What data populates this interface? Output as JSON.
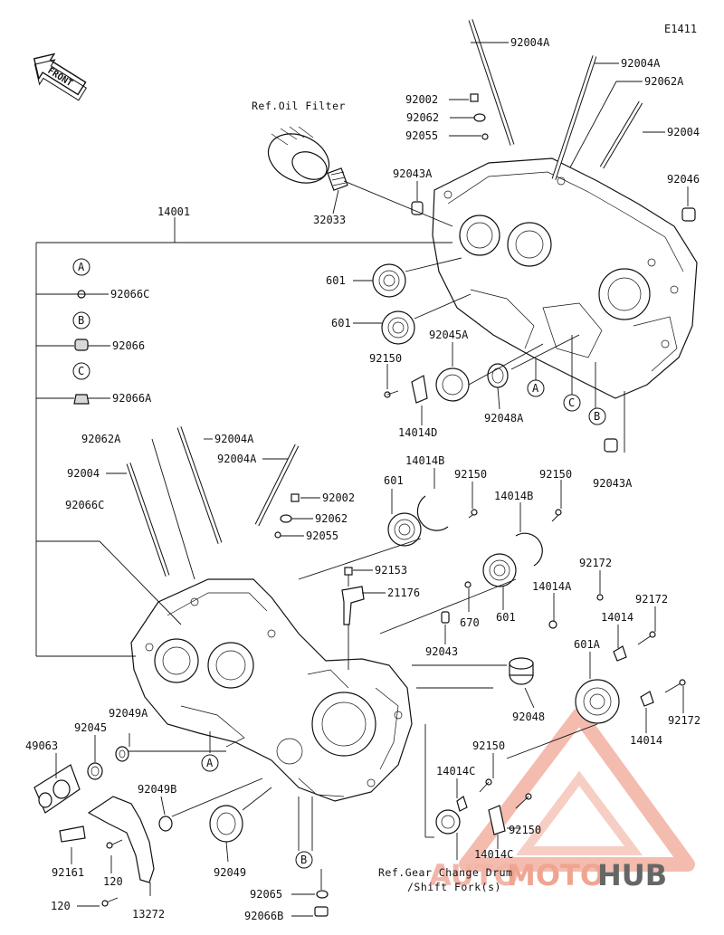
{
  "diagram_id": "E1411",
  "front_label": "FRONT",
  "references": {
    "oil_filter": "Ref.Oil Filter",
    "gear_change_line1": "Ref.Gear Change Drum",
    "gear_change_line2": "/Shift Fork(s)"
  },
  "watermark": {
    "part1": "AUTO",
    "part2": "MOTO",
    "part3": "HUB",
    "color1": "#f2b6a8",
    "color2": "#f0a591",
    "color3": "#666666"
  },
  "callouts": [
    "A",
    "B",
    "C"
  ],
  "labels": {
    "l92004A_1": "92004A",
    "l92004A_2": "92004A",
    "l92062A_1": "92062A",
    "l92004_1": "92004",
    "l92002_1": "92002",
    "l92062_1": "92062",
    "l92055_1": "92055",
    "l92043A_1": "92043A",
    "l92046": "92046",
    "l32033": "32033",
    "l14001": "14001",
    "l92066C_1": "92066C",
    "l92066": "92066",
    "l92066A": "92066A",
    "l601_1": "601",
    "l601_2": "601",
    "l92045A": "92045A",
    "l92150_1": "92150",
    "l14014D": "14014D",
    "l92048A": "92048A",
    "l92043A_2": "92043A",
    "l92062A_2": "92062A",
    "l92004A_3": "92004A",
    "l92004A_4": "92004A",
    "l92004_2": "92004",
    "l92066C_2": "92066C",
    "l92002_2": "92002",
    "l92062_2": "92062",
    "l92055_2": "92055",
    "l14014B_1": "14014B",
    "l601_3": "601",
    "l92150_2": "92150",
    "l92150_3": "92150",
    "l14014B_2": "14014B",
    "l92153": "92153",
    "l21176": "21176",
    "l92172_1": "92172",
    "l14014A": "14014A",
    "l92172_2": "92172",
    "l670": "670",
    "l601_4": "601",
    "l92043": "92043",
    "l14014_1": "14014",
    "l601A": "601A",
    "l92048": "92048",
    "l92172_3": "92172",
    "l14014_2": "14014",
    "l49063": "49063",
    "l92045": "92045",
    "l92049A": "92049A",
    "l92150_4": "92150",
    "l14014C_1": "14014C",
    "l92049B": "92049B",
    "l92161": "92161",
    "l120_1": "120",
    "l92049": "92049",
    "l92150_5": "92150",
    "l14014C_2": "14014C",
    "l120_2": "120",
    "l13272": "13272",
    "l92065": "92065",
    "l92066B": "92066B"
  }
}
